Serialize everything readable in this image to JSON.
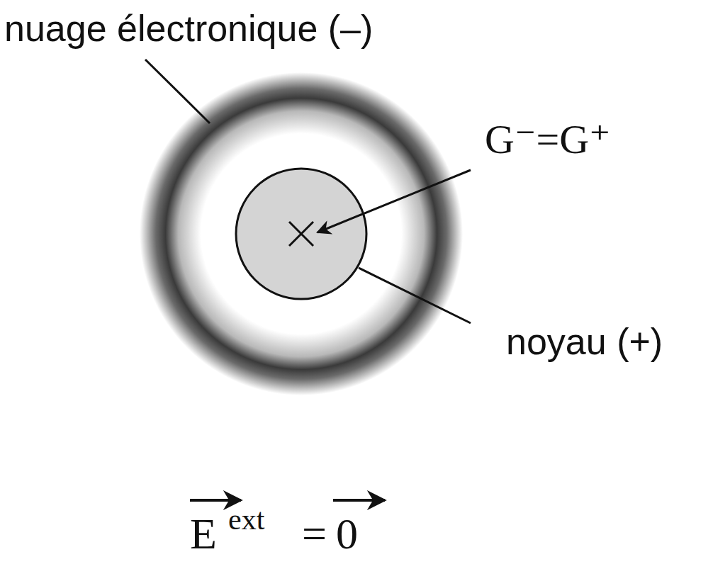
{
  "diagram": {
    "labels": [
      "nuage électronique (–)",
      "G⁻=G⁺",
      "noyau (+)",
      "E",
      "ext",
      "=",
      "0"
    ]
  }
}
